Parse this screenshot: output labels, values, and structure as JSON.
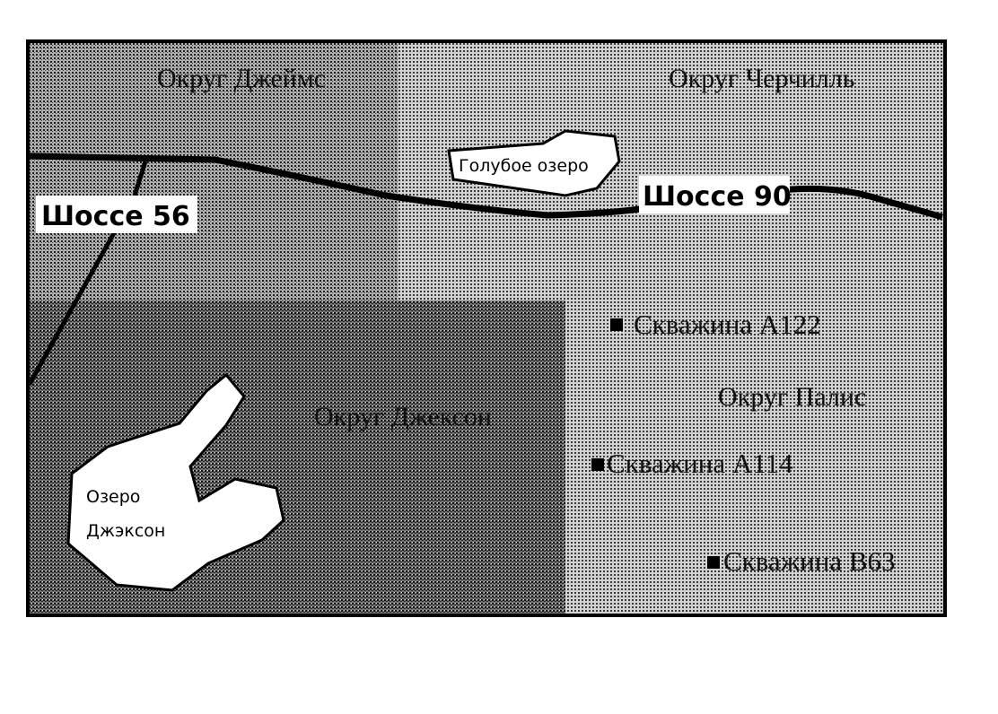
{
  "map": {
    "counties": {
      "james": "Округ Джеймс",
      "churchill": "Округ Черчилль",
      "jackson": "Округ Джексон",
      "palis": "Округ Палис"
    },
    "roads": {
      "road56": "Шоссе 56",
      "road90": "Шоссе 90"
    },
    "lakes": {
      "blue": "Голубое озеро",
      "jackson_line1": "Озеро",
      "jackson_line2": "Джэксон"
    },
    "wells": [
      {
        "label": "Скважина  А122"
      },
      {
        "label": "Скважина  А114"
      },
      {
        "label": "Скважина  В63"
      }
    ],
    "icons": {
      "well_marker": "well-marker-icon"
    },
    "colors": {
      "border": "#000000",
      "region_light": "#c9c9c9",
      "region_mid": "#a9a9a9",
      "region_dark": "#6e6e6e",
      "lake_fill": "#ffffff",
      "road": "#000000"
    }
  }
}
